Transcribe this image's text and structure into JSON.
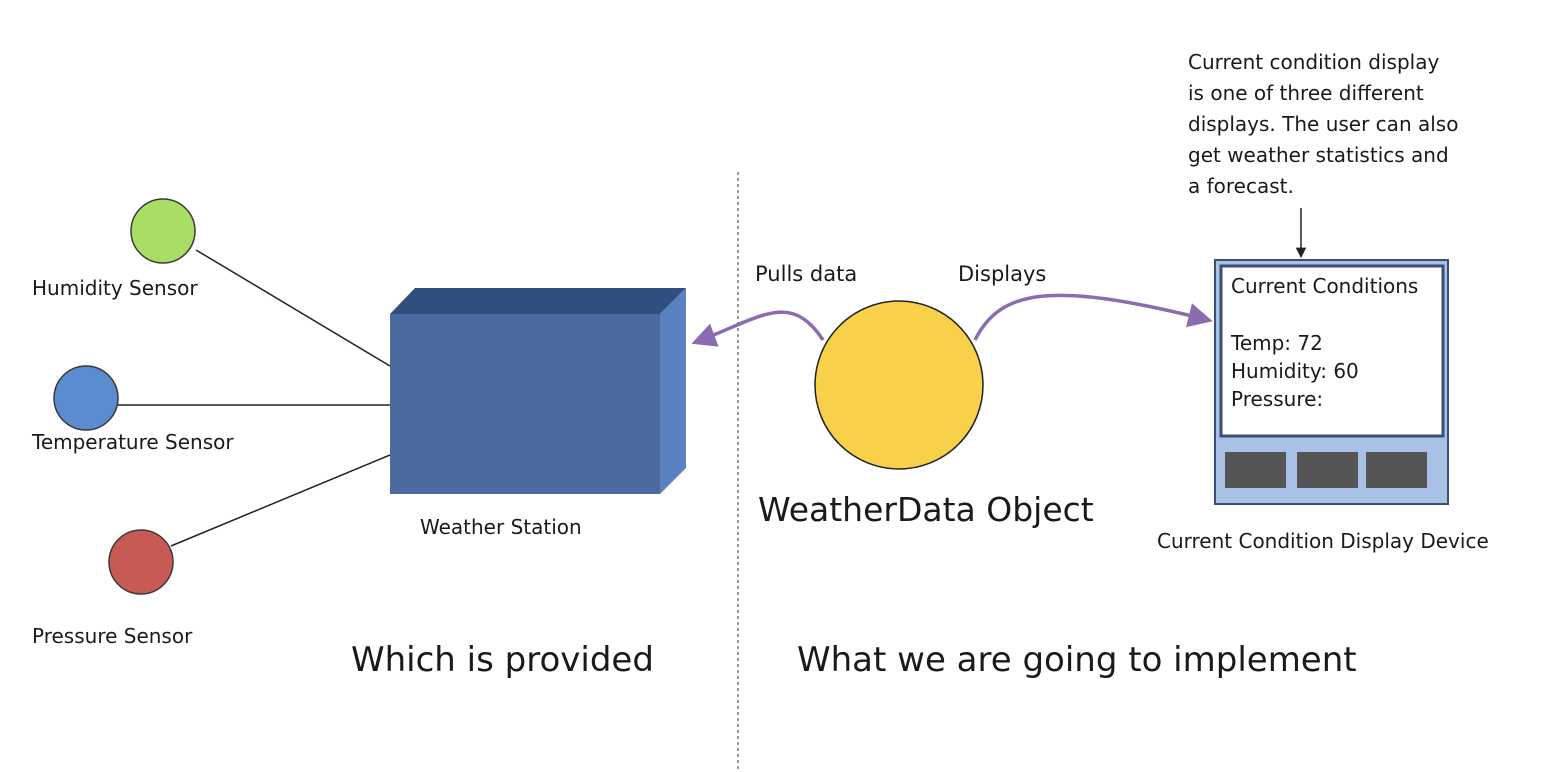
{
  "sensors": {
    "humidity": {
      "label": "Humidity Sensor",
      "color": "#a8de63"
    },
    "temperature": {
      "label": "Temperature Sensor",
      "color": "#5b8cd0"
    },
    "pressure": {
      "label": "Pressure Sensor",
      "color": "#c85a55"
    }
  },
  "weather_station": {
    "label": "Weather Station",
    "color": "#4a6aa0"
  },
  "weather_data": {
    "label": "WeatherData Object",
    "color": "#f8d04a"
  },
  "arrows": {
    "pulls": "Pulls data",
    "displays": "Displays",
    "color": "#8c6bb1"
  },
  "display_device": {
    "label": "Current Condition Display Device",
    "screen": {
      "title": "Current Conditions",
      "temp": "Temp: 72",
      "humidity": "Humidity: 60",
      "pressure": "Pressure:"
    }
  },
  "note": "Current condition display\nis one of three different\ndisplays. The user can also\nget weather statistics and\na forecast.",
  "sections": {
    "left": "Which is provided",
    "right": "What we are going to implement"
  }
}
